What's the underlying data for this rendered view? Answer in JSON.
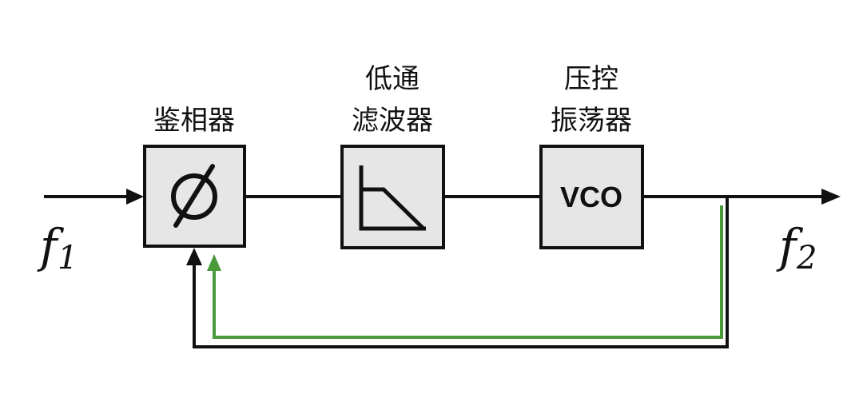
{
  "blocks": {
    "phase_detector": {
      "label": "鉴相器",
      "symbol": "ϕ"
    },
    "low_pass_filter": {
      "label_line1": "低通",
      "label_line2": "滤波器"
    },
    "vco": {
      "label_line1": "压控",
      "label_line2": "振荡器",
      "symbol": "VCO"
    }
  },
  "signals": {
    "input": {
      "letter": "f",
      "subscript": "1"
    },
    "output": {
      "letter": "f",
      "subscript": "2"
    }
  },
  "colors": {
    "block_fill": "#e6e6e6",
    "line": "#111111",
    "feedback_highlight": "#4a9a3c"
  }
}
